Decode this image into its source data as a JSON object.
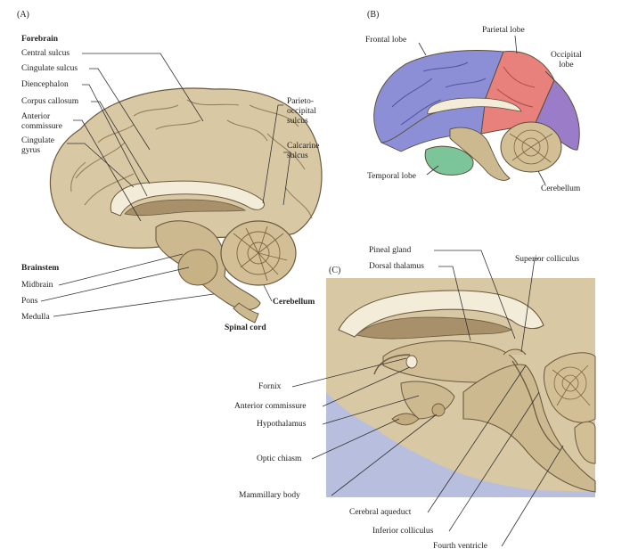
{
  "panels": {
    "a": {
      "tag": "(A)",
      "forebrain_heading": "Forebrain",
      "labels": {
        "central_sulcus": "Central sulcus",
        "cingulate_sulcus": "Cingulate sulcus",
        "diencephalon": "Diencephalon",
        "corpus_callosum": "Corpus callosum",
        "anterior_commissure": "Anterior\ncommissure",
        "cingulate_gyrus": "Cingulate\ngyrus",
        "parieto_occipital_sulcus": "Parieto-\noccipital\nsulcus",
        "calcarine_sulcus": "Calcarine\nsulcus"
      },
      "brainstem_heading": "Brainstem",
      "brainstem_labels": {
        "midbrain": "Midbrain",
        "pons": "Pons",
        "medulla": "Medulla"
      },
      "cerebellum": "Cerebellum",
      "spinal_cord": "Spinal cord"
    },
    "b": {
      "tag": "(B)",
      "labels": {
        "frontal_lobe": "Frontal lobe",
        "parietal_lobe": "Parietal lobe",
        "occipital_lobe": "Occipital\nlobe",
        "temporal_lobe": "Temporal lobe",
        "cerebellum": "Cerebellum"
      },
      "lobe_colors": {
        "frontal": "#8d8fd6",
        "parietal": "#e8817c",
        "occipital": "#9a7cc8",
        "temporal": "#7cc49a"
      }
    },
    "c": {
      "tag": "(C)",
      "labels": {
        "pineal_gland": "Pineal gland",
        "dorsal_thalamus": "Dorsal thalamus",
        "superior_colliculus": "Superior colliculus",
        "fornix": "Fornix",
        "anterior_commissure": "Anterior commissure",
        "hypothalamus": "Hypothalamus",
        "optic_chiasm": "Optic chiasm",
        "mammillary_body": "Mammillary body",
        "cerebral_aqueduct": "Cerebral aqueduct",
        "inferior_colliculus": "Inferior colliculus",
        "fourth_ventricle": "Fourth ventricle"
      }
    }
  },
  "colors": {
    "tissue": "#d9c8a4",
    "tissue_dark": "#a8906a",
    "outline": "#6b5a3e",
    "ventricle": "#f3ecd9",
    "background_c": "#b8bede"
  }
}
